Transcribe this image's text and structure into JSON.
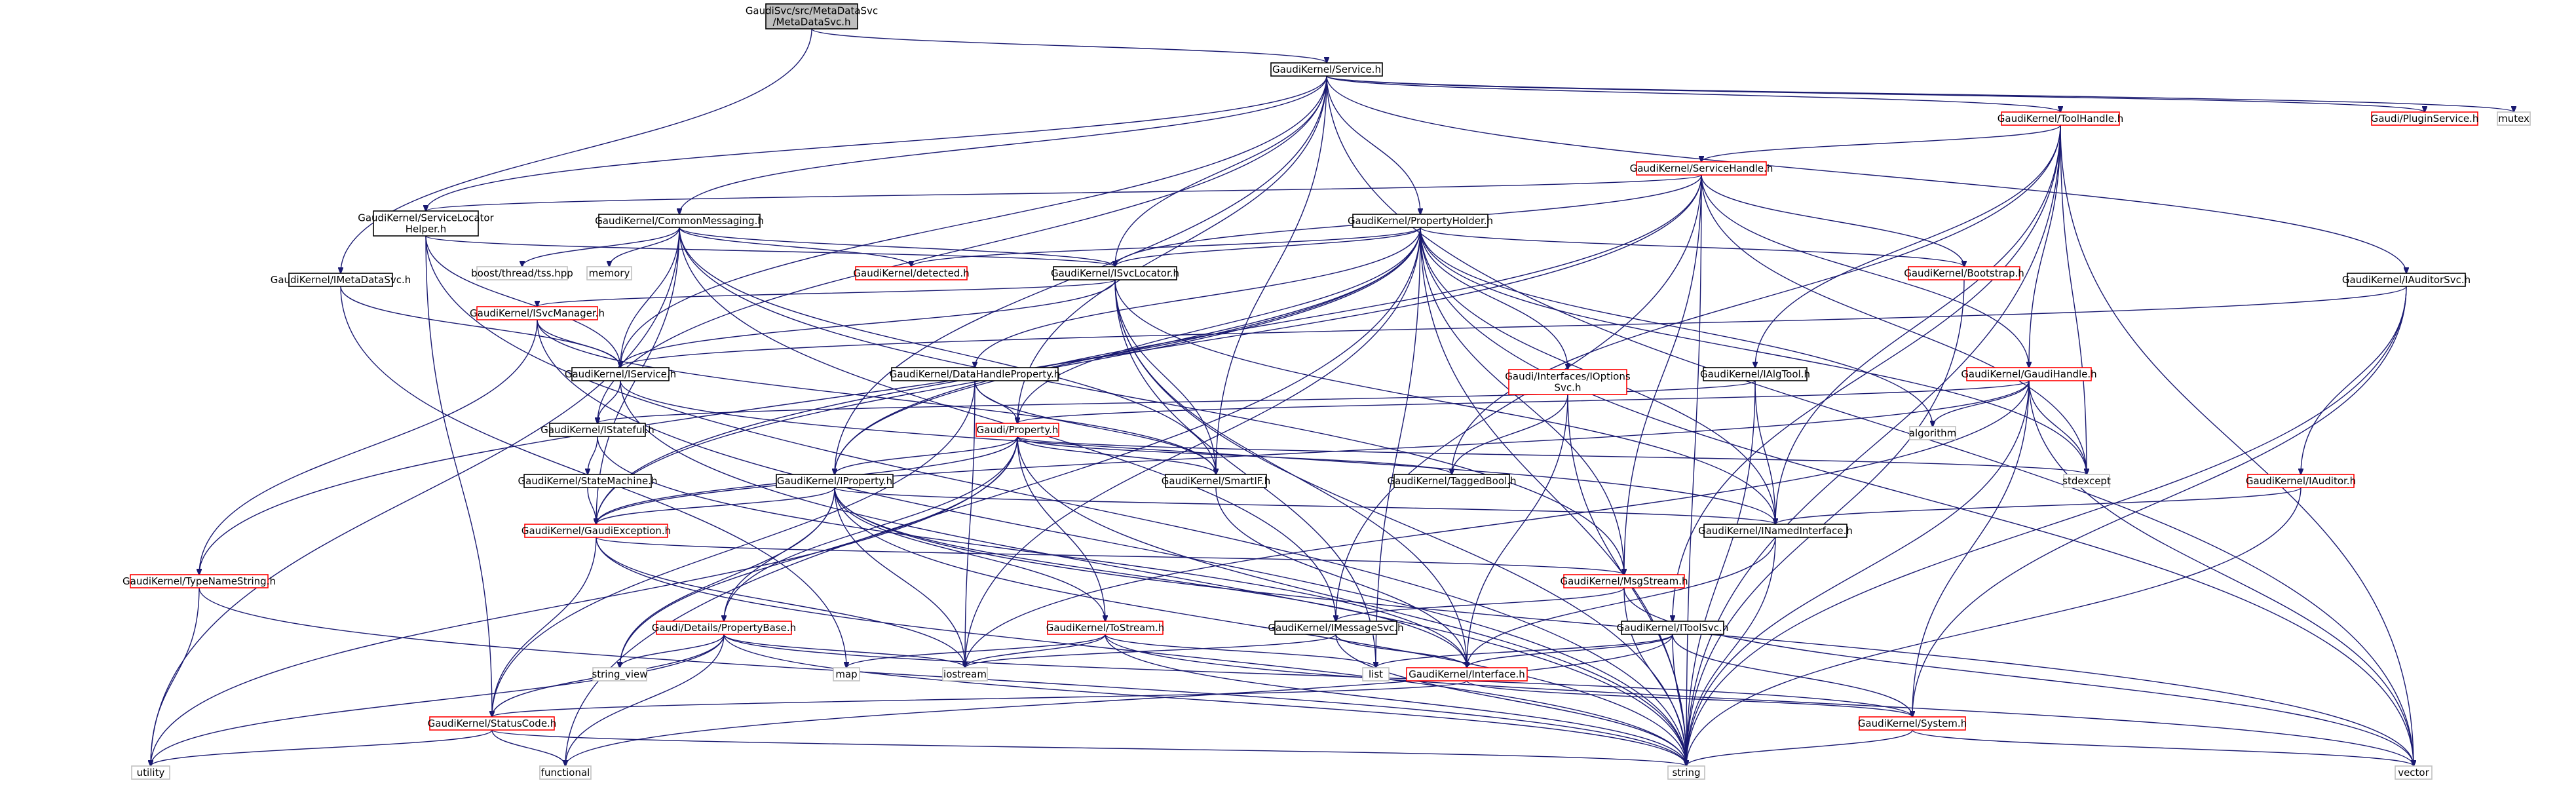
{
  "title": "",
  "nodes": [
    {
      "id": "root",
      "lines": [
        "GaudiSvc/src/MetaDataSvc",
        "/MetaDataSvc.h"
      ],
      "style": "root"
    },
    {
      "id": "service",
      "lines": [
        "GaudiKernel/Service.h"
      ],
      "style": "normal"
    },
    {
      "id": "imetadatasvc",
      "lines": [
        "GaudiKernel/IMetaDataSvc.h"
      ],
      "style": "normal"
    },
    {
      "id": "servicelocatorhelper",
      "lines": [
        "GaudiKernel/ServiceLocator",
        "Helper.h"
      ],
      "style": "normal"
    },
    {
      "id": "commonmessaging",
      "lines": [
        "GaudiKernel/CommonMessaging.h"
      ],
      "style": "normal"
    },
    {
      "id": "propertyholder",
      "lines": [
        "GaudiKernel/PropertyHolder.h"
      ],
      "style": "normal"
    },
    {
      "id": "toolhandle",
      "lines": [
        "GaudiKernel/ToolHandle.h"
      ],
      "style": "red"
    },
    {
      "id": "pluginservice",
      "lines": [
        "Gaudi/PluginService.h"
      ],
      "style": "red"
    },
    {
      "id": "mutex",
      "lines": [
        "mutex"
      ],
      "style": "sys"
    },
    {
      "id": "servicehandle",
      "lines": [
        "GaudiKernel/ServiceHandle.h"
      ],
      "style": "red"
    },
    {
      "id": "iauditorsvc",
      "lines": [
        "GaudiKernel/IAuditorSvc.h"
      ],
      "style": "normal"
    },
    {
      "id": "boostthread",
      "lines": [
        "boost/thread/tss.hpp"
      ],
      "style": "sys"
    },
    {
      "id": "memory",
      "lines": [
        "memory"
      ],
      "style": "sys"
    },
    {
      "id": "detected",
      "lines": [
        "GaudiKernel/detected.h"
      ],
      "style": "red"
    },
    {
      "id": "isvclocator",
      "lines": [
        "GaudiKernel/ISvcLocator.h"
      ],
      "style": "normal"
    },
    {
      "id": "bootstrap",
      "lines": [
        "GaudiKernel/Bootstrap.h"
      ],
      "style": "red"
    },
    {
      "id": "isvcmanager",
      "lines": [
        "GaudiKernel/ISvcManager.h"
      ],
      "style": "red"
    },
    {
      "id": "iservice",
      "lines": [
        "GaudiKernel/IService.h"
      ],
      "style": "normal"
    },
    {
      "id": "datahandleproperty",
      "lines": [
        "GaudiKernel/DataHandleProperty.h"
      ],
      "style": "normal"
    },
    {
      "id": "ialgtool",
      "lines": [
        "GaudiKernel/IAlgTool.h"
      ],
      "style": "normal"
    },
    {
      "id": "gaudihandle",
      "lines": [
        "GaudiKernel/GaudiHandle.h"
      ],
      "style": "red"
    },
    {
      "id": "ioptionssvc",
      "lines": [
        "Gaudi/Interfaces/IOptions",
        "Svc.h"
      ],
      "style": "red"
    },
    {
      "id": "istateful",
      "lines": [
        "GaudiKernel/IStateful.h"
      ],
      "style": "normal"
    },
    {
      "id": "property",
      "lines": [
        "Gaudi/Property.h"
      ],
      "style": "red"
    },
    {
      "id": "algorithm",
      "lines": [
        "algorithm"
      ],
      "style": "sys"
    },
    {
      "id": "stdexcept",
      "lines": [
        "stdexcept"
      ],
      "style": "sys"
    },
    {
      "id": "iauditor",
      "lines": [
        "GaudiKernel/IAuditor.h"
      ],
      "style": "red"
    },
    {
      "id": "statemachine",
      "lines": [
        "GaudiKernel/StateMachine.h"
      ],
      "style": "normal"
    },
    {
      "id": "iproperty",
      "lines": [
        "GaudiKernel/IProperty.h"
      ],
      "style": "normal"
    },
    {
      "id": "smartif",
      "lines": [
        "GaudiKernel/SmartIF.h"
      ],
      "style": "normal"
    },
    {
      "id": "taggedbool",
      "lines": [
        "GaudiKernel/TaggedBool.h"
      ],
      "style": "normal"
    },
    {
      "id": "inamedinterface",
      "lines": [
        "GaudiKernel/INamedInterface.h"
      ],
      "style": "normal"
    },
    {
      "id": "gaudiexception",
      "lines": [
        "GaudiKernel/GaudiException.h"
      ],
      "style": "red"
    },
    {
      "id": "typenamestring",
      "lines": [
        "GaudiKernel/TypeNameString.h"
      ],
      "style": "red"
    },
    {
      "id": "msgstream",
      "lines": [
        "GaudiKernel/MsgStream.h"
      ],
      "style": "red"
    },
    {
      "id": "propertybase",
      "lines": [
        "Gaudi/Details/PropertyBase.h"
      ],
      "style": "red"
    },
    {
      "id": "tostream",
      "lines": [
        "GaudiKernel/ToStream.h"
      ],
      "style": "red"
    },
    {
      "id": "imessagesvc",
      "lines": [
        "GaudiKernel/IMessageSvc.h"
      ],
      "style": "normal"
    },
    {
      "id": "itoolsvc",
      "lines": [
        "GaudiKernel/IToolSvc.h"
      ],
      "style": "normal"
    },
    {
      "id": "string_view",
      "lines": [
        "string_view"
      ],
      "style": "sys"
    },
    {
      "id": "map",
      "lines": [
        "map"
      ],
      "style": "sys"
    },
    {
      "id": "iostream",
      "lines": [
        "iostream"
      ],
      "style": "sys"
    },
    {
      "id": "list",
      "lines": [
        "list"
      ],
      "style": "sys"
    },
    {
      "id": "interface",
      "lines": [
        "GaudiKernel/Interface.h"
      ],
      "style": "red"
    },
    {
      "id": "statuscode",
      "lines": [
        "GaudiKernel/StatusCode.h"
      ],
      "style": "red"
    },
    {
      "id": "system",
      "lines": [
        "GaudiKernel/System.h"
      ],
      "style": "red"
    },
    {
      "id": "utility",
      "lines": [
        "utility"
      ],
      "style": "sys"
    },
    {
      "id": "functional",
      "lines": [
        "functional"
      ],
      "style": "sys"
    },
    {
      "id": "string",
      "lines": [
        "string"
      ],
      "style": "sys"
    },
    {
      "id": "vector",
      "lines": [
        "vector"
      ],
      "style": "sys"
    }
  ],
  "edges": [
    [
      "root",
      "service"
    ],
    [
      "root",
      "imetadatasvc"
    ],
    [
      "service",
      "servicelocatorhelper"
    ],
    [
      "service",
      "commonmessaging"
    ],
    [
      "service",
      "propertyholder"
    ],
    [
      "service",
      "toolhandle"
    ],
    [
      "service",
      "pluginservice"
    ],
    [
      "service",
      "mutex"
    ],
    [
      "service",
      "iauditorsvc"
    ],
    [
      "service",
      "isvclocator"
    ],
    [
      "service",
      "iservice"
    ],
    [
      "service",
      "iproperty"
    ],
    [
      "service",
      "property"
    ],
    [
      "service",
      "istateful"
    ],
    [
      "service",
      "smartif"
    ],
    [
      "service",
      "vector"
    ],
    [
      "imetadatasvc",
      "iservice"
    ],
    [
      "imetadatasvc",
      "map"
    ],
    [
      "servicelocatorhelper",
      "isvclocator"
    ],
    [
      "servicelocatorhelper",
      "iservice"
    ],
    [
      "servicelocatorhelper",
      "statuscode"
    ],
    [
      "servicelocatorhelper",
      "string"
    ],
    [
      "commonmessaging",
      "boostthread"
    ],
    [
      "commonmessaging",
      "memory"
    ],
    [
      "commonmessaging",
      "detected"
    ],
    [
      "commonmessaging",
      "isvclocator"
    ],
    [
      "commonmessaging",
      "iservice"
    ],
    [
      "commonmessaging",
      "smartif"
    ],
    [
      "commonmessaging",
      "msgstream"
    ],
    [
      "commonmessaging",
      "imessagesvc"
    ],
    [
      "commonmessaging",
      "utility"
    ],
    [
      "commonmessaging",
      "gaudiexception"
    ],
    [
      "propertyholder",
      "detected"
    ],
    [
      "propertyholder",
      "isvclocator"
    ],
    [
      "propertyholder",
      "bootstrap"
    ],
    [
      "propertyholder",
      "datahandleproperty"
    ],
    [
      "propertyholder",
      "ioptionssvc"
    ],
    [
      "propertyholder",
      "property"
    ],
    [
      "propertyholder",
      "iproperty"
    ],
    [
      "propertyholder",
      "inamedinterface"
    ],
    [
      "propertyholder",
      "msgstream"
    ],
    [
      "propertyholder",
      "typenamestring"
    ],
    [
      "propertyholder",
      "algorithm"
    ],
    [
      "propertyholder",
      "stdexcept"
    ],
    [
      "propertyholder",
      "iostream"
    ],
    [
      "propertyholder",
      "string"
    ],
    [
      "propertyholder",
      "vector"
    ],
    [
      "propertyholder",
      "functional"
    ],
    [
      "propertyholder",
      "gaudiexception"
    ],
    [
      "propertyholder",
      "list"
    ],
    [
      "toolhandle",
      "servicehandle"
    ],
    [
      "toolhandle",
      "ialgtool"
    ],
    [
      "toolhandle",
      "gaudihandle"
    ],
    [
      "toolhandle",
      "inamedinterface"
    ],
    [
      "toolhandle",
      "itoolsvc"
    ],
    [
      "toolhandle",
      "stdexcept"
    ],
    [
      "toolhandle",
      "string"
    ],
    [
      "toolhandle",
      "vector"
    ],
    [
      "toolhandle",
      "taggedbool"
    ],
    [
      "servicehandle",
      "servicelocatorhelper"
    ],
    [
      "servicehandle",
      "isvclocator"
    ],
    [
      "servicehandle",
      "bootstrap"
    ],
    [
      "servicehandle",
      "gaudihandle"
    ],
    [
      "servicehandle",
      "gaudiexception"
    ],
    [
      "servicehandle",
      "msgstream"
    ],
    [
      "servicehandle",
      "iproperty"
    ],
    [
      "servicehandle",
      "imessagesvc"
    ],
    [
      "servicehandle",
      "stdexcept"
    ],
    [
      "servicehandle",
      "string"
    ],
    [
      "iauditorsvc",
      "iservice"
    ],
    [
      "iauditorsvc",
      "iauditor"
    ],
    [
      "iauditorsvc",
      "system"
    ],
    [
      "iauditorsvc",
      "string"
    ],
    [
      "isvclocator",
      "isvcmanager"
    ],
    [
      "isvclocator",
      "smartif"
    ],
    [
      "isvclocator",
      "interface"
    ],
    [
      "isvclocator",
      "inamedinterface"
    ],
    [
      "isvclocator",
      "list"
    ],
    [
      "isvclocator",
      "string"
    ],
    [
      "isvclocator",
      "iservice"
    ],
    [
      "bootstrap",
      "string"
    ],
    [
      "isvcmanager",
      "iservice"
    ],
    [
      "isvcmanager",
      "typenamestring"
    ],
    [
      "isvcmanager",
      "smartif"
    ],
    [
      "isvcmanager",
      "string"
    ],
    [
      "iservice",
      "istateful"
    ],
    [
      "iservice",
      "inamedinterface"
    ],
    [
      "iservice",
      "string"
    ],
    [
      "datahandleproperty",
      "property"
    ],
    [
      "datahandleproperty",
      "smartif"
    ],
    [
      "datahandleproperty",
      "iostream"
    ],
    [
      "datahandleproperty",
      "statuscode"
    ],
    [
      "ialgtool",
      "istateful"
    ],
    [
      "ialgtool",
      "inamedinterface"
    ],
    [
      "ialgtool",
      "string"
    ],
    [
      "gaudihandle",
      "property"
    ],
    [
      "gaudihandle",
      "algorithm"
    ],
    [
      "gaudihandle",
      "stdexcept"
    ],
    [
      "gaudihandle",
      "system"
    ],
    [
      "gaudihandle",
      "string"
    ],
    [
      "gaudihandle",
      "vector"
    ],
    [
      "gaudihandle",
      "iostream"
    ],
    [
      "gaudihandle",
      "gaudiexception"
    ],
    [
      "ioptionssvc",
      "taggedbool"
    ],
    [
      "ioptionssvc",
      "interface"
    ],
    [
      "ioptionssvc",
      "string"
    ],
    [
      "istateful",
      "statemachine"
    ],
    [
      "istateful",
      "interface"
    ],
    [
      "property",
      "iproperty"
    ],
    [
      "property",
      "smartif"
    ],
    [
      "property",
      "taggedbool"
    ],
    [
      "property",
      "propertybase"
    ],
    [
      "property",
      "tostream"
    ],
    [
      "property",
      "stdexcept"
    ],
    [
      "property",
      "string"
    ],
    [
      "property",
      "utility"
    ],
    [
      "property",
      "gaudiexception"
    ],
    [
      "property",
      "string_view"
    ],
    [
      "iauditor",
      "inamedinterface"
    ],
    [
      "iauditor",
      "string"
    ],
    [
      "statemachine",
      "gaudiexception"
    ],
    [
      "iproperty",
      "inamedinterface"
    ],
    [
      "iproperty",
      "gaudiexception"
    ],
    [
      "iproperty",
      "propertybase"
    ],
    [
      "iproperty",
      "tostream"
    ],
    [
      "iproperty",
      "interface"
    ],
    [
      "iproperty",
      "string"
    ],
    [
      "iproperty",
      "iostream"
    ],
    [
      "iproperty",
      "string_view"
    ],
    [
      "iproperty",
      "vector"
    ],
    [
      "smartif",
      "interface"
    ],
    [
      "inamedinterface",
      "interface"
    ],
    [
      "inamedinterface",
      "string"
    ],
    [
      "gaudiexception",
      "statuscode"
    ],
    [
      "gaudiexception",
      "msgstream"
    ],
    [
      "gaudiexception",
      "iostream"
    ],
    [
      "gaudiexception",
      "string"
    ],
    [
      "typenamestring",
      "string"
    ],
    [
      "typenamestring",
      "utility"
    ],
    [
      "msgstream",
      "imessagesvc"
    ],
    [
      "msgstream",
      "string"
    ],
    [
      "msgstream",
      "vector"
    ],
    [
      "propertybase",
      "statuscode"
    ],
    [
      "propertybase",
      "string_view"
    ],
    [
      "propertybase",
      "iostream"
    ],
    [
      "propertybase",
      "system"
    ],
    [
      "propertybase",
      "string"
    ],
    [
      "propertybase",
      "utility"
    ],
    [
      "propertybase",
      "functional"
    ],
    [
      "tostream",
      "map"
    ],
    [
      "tostream",
      "iostream"
    ],
    [
      "tostream",
      "string"
    ],
    [
      "tostream",
      "list"
    ],
    [
      "tostream",
      "vector"
    ],
    [
      "imessagesvc",
      "interface"
    ],
    [
      "imessagesvc",
      "string"
    ],
    [
      "imessagesvc",
      "iostream"
    ],
    [
      "itoolsvc",
      "interface"
    ],
    [
      "itoolsvc",
      "system"
    ],
    [
      "itoolsvc",
      "string"
    ],
    [
      "itoolsvc",
      "list"
    ],
    [
      "itoolsvc",
      "functional"
    ],
    [
      "interface",
      "statuscode"
    ],
    [
      "interface",
      "system"
    ],
    [
      "statuscode",
      "utility"
    ],
    [
      "statuscode",
      "functional"
    ],
    [
      "statuscode",
      "string"
    ],
    [
      "system",
      "string"
    ],
    [
      "system",
      "vector"
    ]
  ]
}
